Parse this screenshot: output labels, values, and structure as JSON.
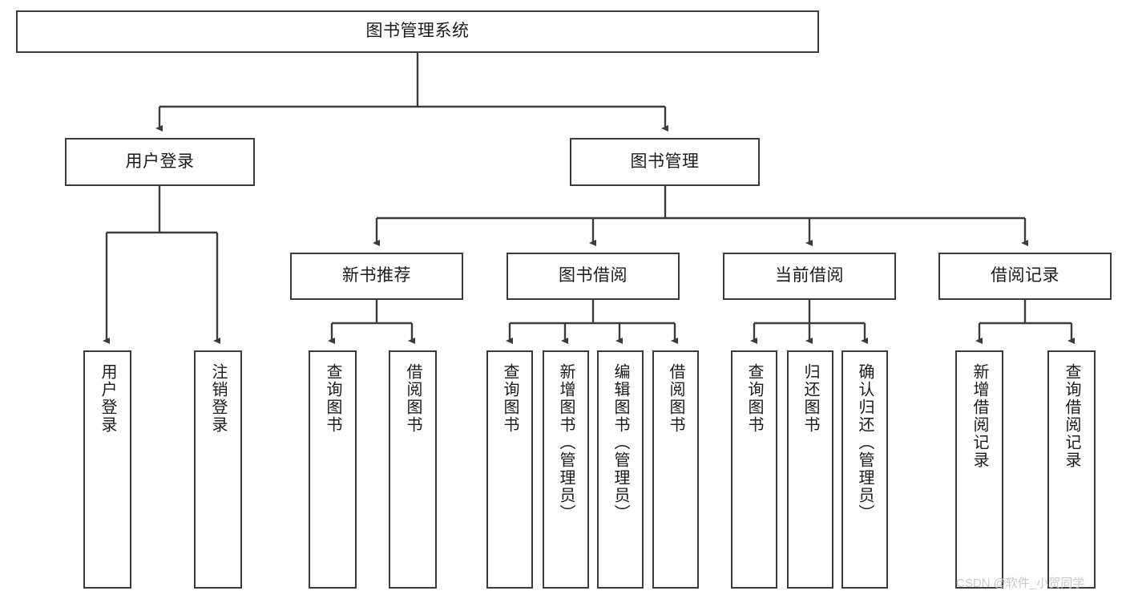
{
  "diagram": {
    "title": "图书管理系统",
    "type": "tree-hierarchy-diagram",
    "style": {
      "box_border_color": "#3c3c3c",
      "box_fill_color": "#ffffff",
      "connector_color": "#3c3c3c",
      "text_color": "#1b1b1b",
      "background": "#ffffff"
    },
    "root": {
      "label": "图书管理系统"
    },
    "level2": [
      {
        "label": "用户登录"
      },
      {
        "label": "图书管理"
      }
    ],
    "level3": [
      {
        "label": "新书推荐"
      },
      {
        "label": "图书借阅"
      },
      {
        "label": "当前借阅"
      },
      {
        "label": "借阅记录"
      }
    ],
    "leaves": {
      "user_login": [
        {
          "label": "用户登录"
        },
        {
          "label": "注销登录"
        }
      ],
      "new_book_recommend": [
        {
          "label": "查询图书"
        },
        {
          "label": "借阅图书"
        }
      ],
      "book_borrow": [
        {
          "label": "查询图书"
        },
        {
          "label": "新增图书（管理员）"
        },
        {
          "label": "编辑图书（管理员）"
        },
        {
          "label": "借阅图书"
        }
      ],
      "current_borrow": [
        {
          "label": "查询图书"
        },
        {
          "label": "归还图书"
        },
        {
          "label": "确认归还（管理员）"
        }
      ],
      "borrow_record": [
        {
          "label": "新增借阅记录"
        },
        {
          "label": "查询借阅记录"
        }
      ]
    }
  },
  "watermark": {
    "text": "CSDN @软件_小贺同学"
  }
}
